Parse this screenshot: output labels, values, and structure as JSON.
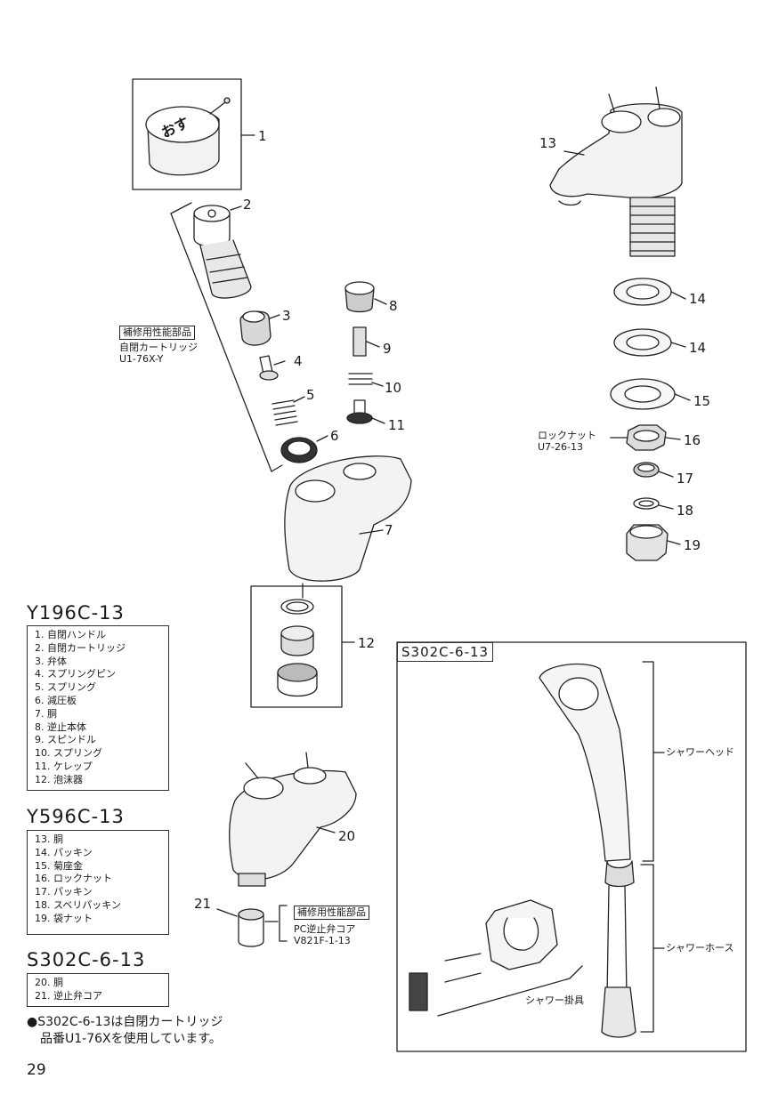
{
  "callouts": {
    "c1": "1",
    "c2": "2",
    "c3": "3",
    "c4": "4",
    "c5": "5",
    "c6": "6",
    "c7": "7",
    "c8": "8",
    "c9": "9",
    "c10": "10",
    "c11": "11",
    "c12": "12",
    "c13": "13",
    "c14a": "14",
    "c14b": "14",
    "c15": "15",
    "c16": "16",
    "c17": "17",
    "c18": "18",
    "c19": "19",
    "c20": "20",
    "c21": "21"
  },
  "handle_text": "おす",
  "annotations": {
    "repair_part_a": {
      "tag": "補修用性能部品",
      "line1": "自閉カートリッジ",
      "line2": "U1-76X-Y"
    },
    "lock_nut": {
      "line1": "ロックナット",
      "line2": "U7-26-13"
    },
    "repair_part_b": {
      "tag": "補修用性能部品",
      "line1": "PC逆止弁コア",
      "line2": "V821F-1-13"
    },
    "shower_head": "シャワーヘッド",
    "shower_hose": "シャワーホース",
    "shower_holder": "シャワー掛具"
  },
  "s302_box_title": "S302C-6-13",
  "models": [
    {
      "title": "Y196C-13",
      "items": [
        "1. 自閉ハンドル",
        "2. 自閉カートリッジ",
        "3. 弁体",
        "4. スプリングピン",
        "5. スプリング",
        "6. 減圧板",
        "7. 胴",
        "8. 逆止本体",
        "9. スピンドル",
        "10. スプリング",
        "11. ケレップ",
        "12. 泡沫器"
      ]
    },
    {
      "title": "Y596C-13",
      "items": [
        "13. 胴",
        "14. パッキン",
        "15. 菊座金",
        "16. ロックナット",
        "17. パッキン",
        "18. スベリパッキン",
        "19. 袋ナット"
      ]
    },
    {
      "title": "S302C-6-13",
      "items": [
        "20. 胴",
        "21. 逆止弁コア"
      ]
    }
  ],
  "note": {
    "line1": "●S302C-6-13は自閉カートリッジ",
    "line2": "品番U1-76Xを使用しています。"
  },
  "page_number": "29"
}
